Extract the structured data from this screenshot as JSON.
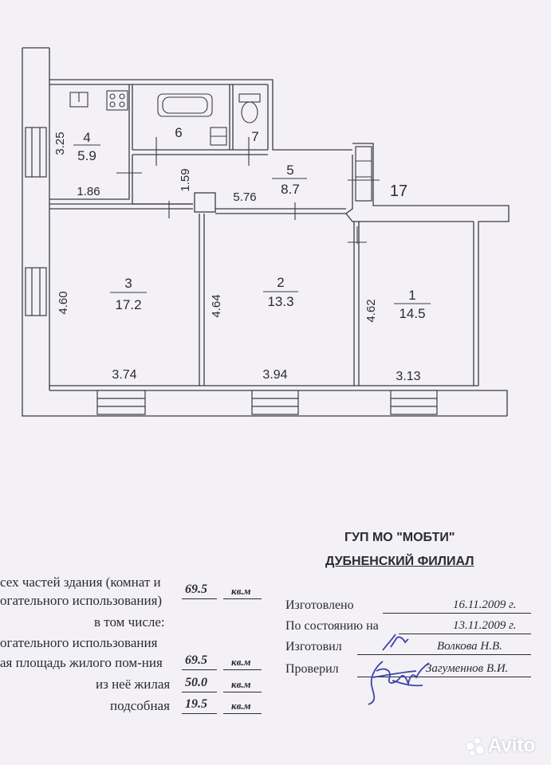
{
  "plan": {
    "rooms": [
      {
        "number": "4",
        "area": "5.9"
      },
      {
        "number": "6"
      },
      {
        "number": "7"
      },
      {
        "number": "5",
        "area": "8.7"
      },
      {
        "number": "3",
        "area": "17.2"
      },
      {
        "number": "2",
        "area": "13.3"
      },
      {
        "number": "1",
        "area": "14.5"
      },
      {
        "number": "17"
      }
    ],
    "dimensions": [
      "3.25",
      "1.86",
      "1.59",
      "5.76",
      "4.60",
      "4.64",
      "4.62",
      "3.74",
      "3.94",
      "3.13"
    ]
  },
  "organization": {
    "line1": "ГУП МО \"МОБТИ\"",
    "line2": "ДУБНЕНСКИЙ ФИЛИАЛ"
  },
  "areas": [
    {
      "label_line1": "сех частей здания (комнат и",
      "label_line2": "огательного использования)",
      "value": "69.5",
      "unit": "кв.м"
    },
    {
      "label": "в том числе:"
    },
    {
      "label": "огательного использования"
    },
    {
      "label": "ая площадь жилого пом-ния",
      "value": "69.5",
      "unit": "кв.м"
    },
    {
      "label": "из неё жилая",
      "value": "50.0",
      "unit": "кв.м"
    },
    {
      "label": "подсобная",
      "value": "19.5",
      "unit": "кв.м"
    }
  ],
  "records": [
    {
      "label": "Изготовлено",
      "value": "16.11.2009 г."
    },
    {
      "label": "По состоянию на",
      "value": "13.11.2009 г."
    },
    {
      "label": "Изготовил",
      "value": "Волкова Н.В."
    },
    {
      "label": "Проверил",
      "value": "Загуменнов В.И."
    }
  ],
  "watermark": "Avito"
}
